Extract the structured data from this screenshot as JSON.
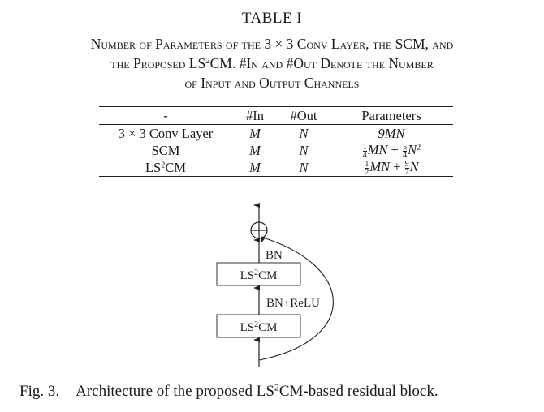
{
  "table": {
    "label": "TABLE I",
    "caption_lines": [
      "Number of Parameters of the 3 × 3 Conv Layer, the SCM, and",
      "the Proposed LS",
      "of Input and Output Channels"
    ],
    "caption_line2_sup": "2",
    "caption_line2_rest": "CM. #In and #Out Denote the Number",
    "headers": [
      "-",
      "#In",
      "#Out",
      "Parameters"
    ],
    "rows": [
      {
        "name": "3 × 3 Conv Layer",
        "name_sup": "",
        "name_rest": "",
        "in": "M",
        "out": "N",
        "params": {
          "type": "plain",
          "text": "9MN"
        }
      },
      {
        "name": "SCM",
        "name_sup": "",
        "name_rest": "",
        "in": "M",
        "out": "N",
        "params": {
          "type": "frac",
          "a_num": "1",
          "a_den": "4",
          "a_var": "MN",
          "op": "+",
          "b_num": "5",
          "b_den": "4",
          "b_var": "N",
          "b_sup": "2"
        }
      },
      {
        "name": "LS",
        "name_sup": "2",
        "name_rest": "CM",
        "in": "M",
        "out": "N",
        "params": {
          "type": "frac",
          "a_num": "1",
          "a_den": "2",
          "a_var": "MN",
          "op": "+",
          "b_num": "9",
          "b_den": "2",
          "b_var": "N",
          "b_sup": ""
        }
      }
    ]
  },
  "figure": {
    "blocks": [
      {
        "label": "LS",
        "sup": "2",
        "rest": "CM"
      },
      {
        "label": "LS",
        "sup": "2",
        "rest": "CM"
      }
    ],
    "labels": {
      "after_top": "BN",
      "between": "BN+ReLU"
    },
    "sum_symbol": "⊕",
    "caption_num": "Fig. 3.",
    "caption_pre": "Architecture of the proposed LS",
    "caption_sup": "2",
    "caption_post": "CM-based residual block."
  }
}
